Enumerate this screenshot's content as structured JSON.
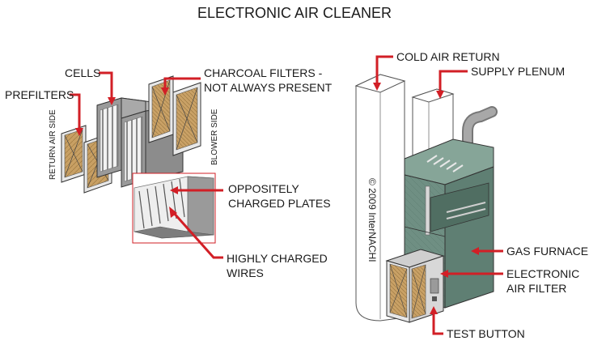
{
  "title": "ELECTRONIC AIR CLEANER",
  "labels": {
    "cells": "CELLS",
    "prefilters": "PREFILTERS",
    "charcoal_line1": "CHARCOAL FILTERS -",
    "charcoal_line2": "NOT ALWAYS PRESENT",
    "return_air_side": "RETURN AIR SIDE",
    "blower_side": "BLOWER SIDE",
    "plates_line1": "OPPOSITELY",
    "plates_line2": "CHARGED PLATES",
    "wires_line1": "HIGHLY CHARGED",
    "wires_line2": "WIRES",
    "cold_air_return": "COLD AIR RETURN",
    "supply_plenum": "SUPPLY PLENUM",
    "gas_furnace": "GAS FURNACE",
    "air_filter_line1": "ELECTRONIC",
    "air_filter_line2": "AIR FILTER",
    "test_button": "TEST BUTTON",
    "copyright": "© 2009 InterNACHI"
  },
  "colors": {
    "arrow": "#d21f26",
    "furnace": "#6f8f83",
    "filter_frame": "#e8e8e8",
    "filter_media": "#c8a064",
    "cell_metal": "#9a9a9a"
  }
}
